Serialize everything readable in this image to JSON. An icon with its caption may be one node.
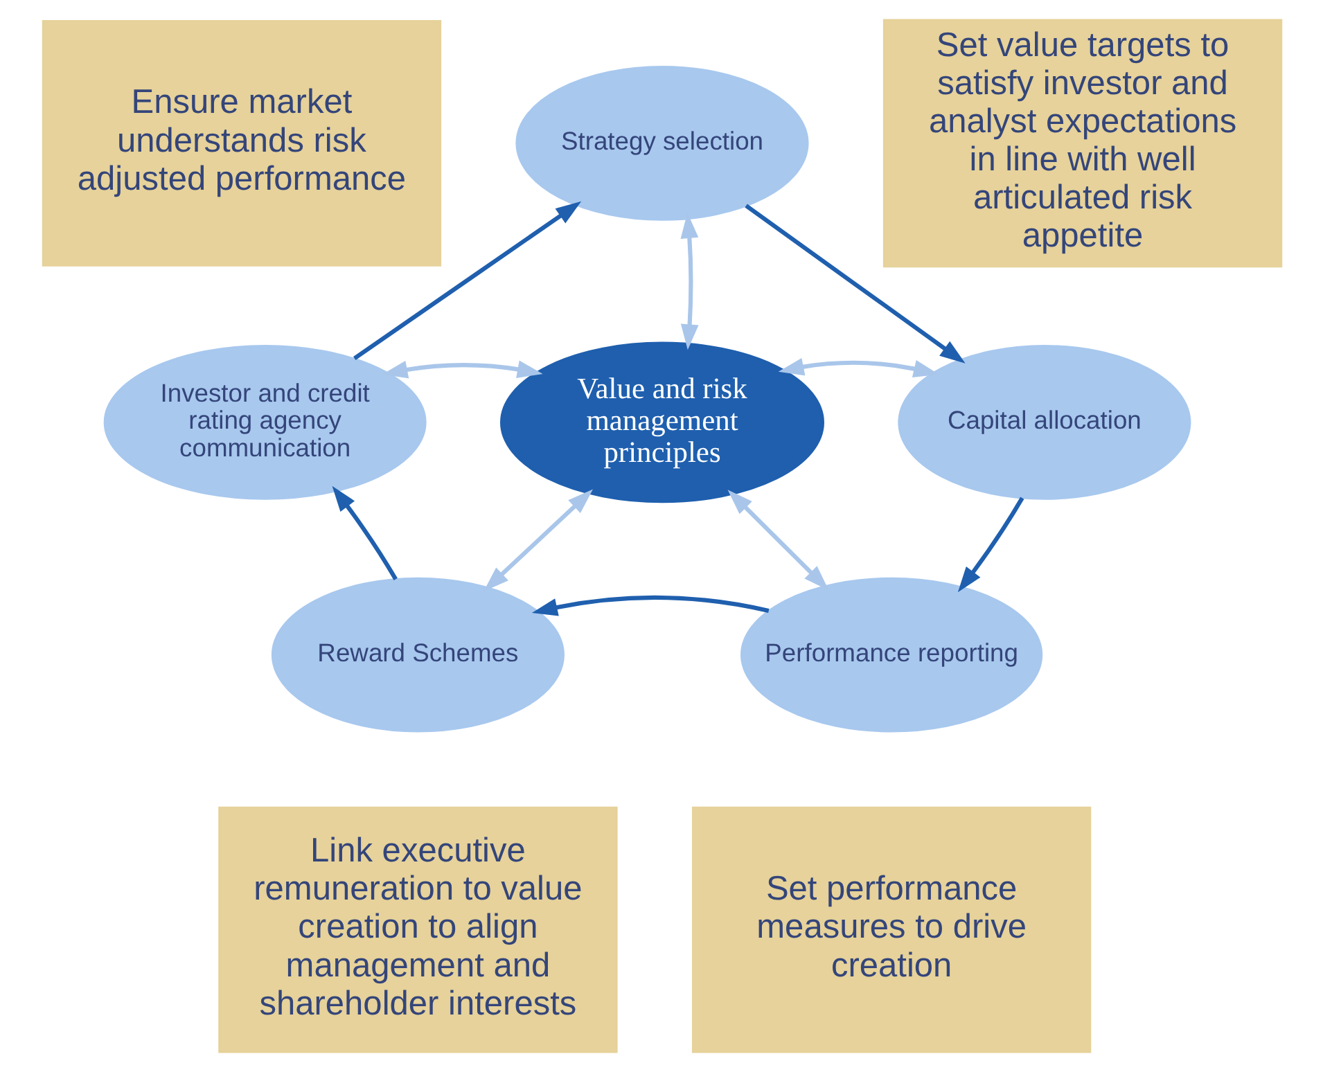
{
  "diagram": {
    "nodes": [
      {
        "text": [
          "Strategy selection"
        ]
      },
      {
        "text": [
          "Capital allocation"
        ]
      },
      {
        "text": [
          "Performance reporting"
        ]
      },
      {
        "text": [
          "Reward Schemes"
        ]
      },
      {
        "text": [
          "Investor and credit rating agency communication"
        ]
      },
      {
        "text": [
          "Value and risk management principles"
        ]
      },
      {
        "text": [
          "Ensure market understands risk adjusted performance"
        ]
      },
      {
        "text": [
          "Set value targets to satisfy investor and analyst expectations in line with well articulated risk appetite"
        ]
      },
      {
        "text": [
          "Link executive remuneration to value creation to align management and shareholder interests"
        ]
      },
      {
        "text": [
          "Set performance measures to drive creation"
        ]
      }
    ],
    "edges": [
      {
        "from": 4,
        "to": 0,
        "arrow": "to"
      },
      {
        "from": 0,
        "to": 1,
        "arrow": "to"
      },
      {
        "from": 1,
        "to": 2,
        "arrow": "to"
      },
      {
        "from": 2,
        "to": 3,
        "arrow": "to"
      },
      {
        "from": 3,
        "to": 4,
        "arrow": "to"
      },
      {
        "from": 0,
        "to": 5,
        "arrow": "both",
        "color": "#a9c6ea"
      },
      {
        "from": 1,
        "to": 5,
        "arrow": "both",
        "color": "#a9c6ea"
      },
      {
        "from": 2,
        "to": 5,
        "arrow": "both",
        "color": "#a9c6ea"
      },
      {
        "from": 3,
        "to": 5,
        "arrow": "both",
        "color": "#a9c6ea"
      },
      {
        "from": 4,
        "to": 5,
        "arrow": "both",
        "color": "#a9c6ea"
      }
    ]
  }
}
